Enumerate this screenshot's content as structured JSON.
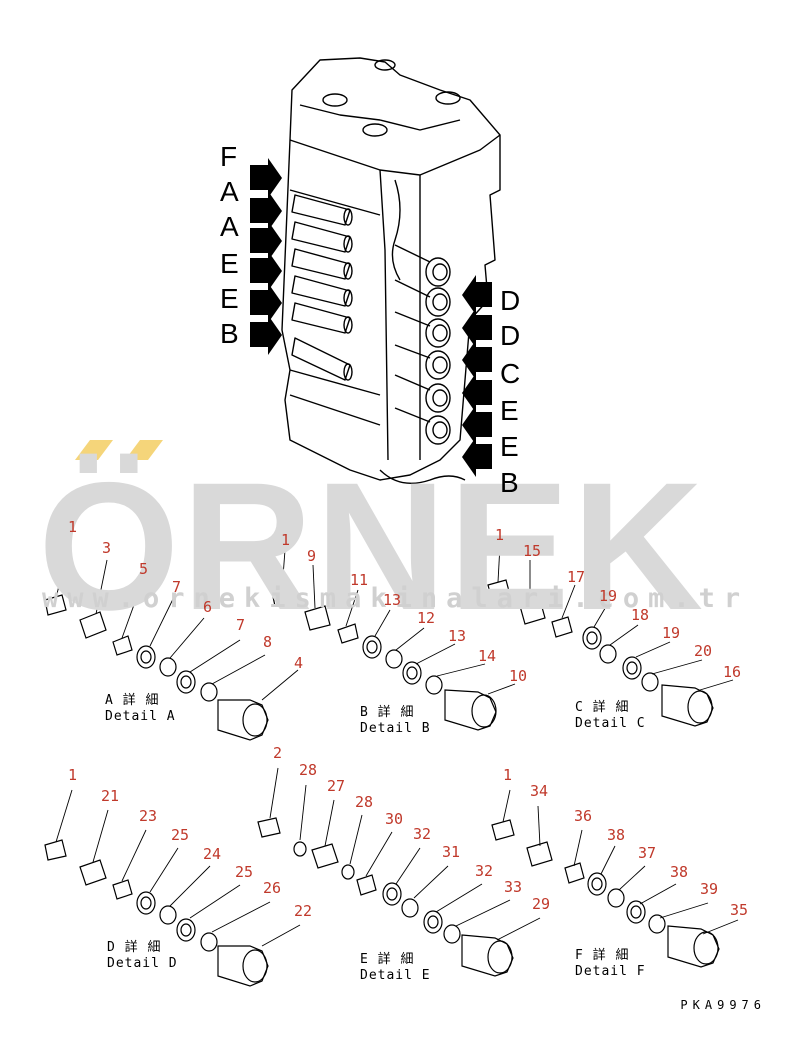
{
  "watermark": {
    "logo_text": "ÖRNEK",
    "url": "www.ornekismakinalari.com.tr",
    "accent_color": "#f5d57a"
  },
  "arrow_labels_left": [
    "F",
    "A",
    "A",
    "E",
    "E",
    "B"
  ],
  "arrow_labels_right": [
    "D",
    "D",
    "C",
    "E",
    "E",
    "B"
  ],
  "details": [
    {
      "jp": "A 詳 細",
      "en": "Detail A",
      "labels": [
        "1",
        "3",
        "5",
        "7",
        "6",
        "7",
        "8",
        "4"
      ]
    },
    {
      "jp": "B 詳 細",
      "en": "Detail B",
      "labels": [
        "1",
        "9",
        "11",
        "13",
        "12",
        "13",
        "14",
        "10"
      ]
    },
    {
      "jp": "C 詳 細",
      "en": "Detail C",
      "labels": [
        "1",
        "15",
        "17",
        "19",
        "18",
        "19",
        "20",
        "16"
      ]
    },
    {
      "jp": "D 詳 細",
      "en": "Detail D",
      "labels": [
        "1",
        "21",
        "23",
        "25",
        "24",
        "25",
        "26",
        "22"
      ]
    },
    {
      "jp": "E 詳 細",
      "en": "Detail E",
      "labels": [
        "2",
        "28",
        "27",
        "28",
        "30",
        "32",
        "31",
        "32",
        "33",
        "29"
      ]
    },
    {
      "jp": "F 詳 細",
      "en": "Detail F",
      "labels": [
        "1",
        "34",
        "36",
        "38",
        "37",
        "38",
        "39",
        "35"
      ]
    }
  ],
  "drawing_code": "PKA9976",
  "colors": {
    "label": "#c0392b",
    "line": "#000000",
    "watermark": "#d9d9d9"
  }
}
